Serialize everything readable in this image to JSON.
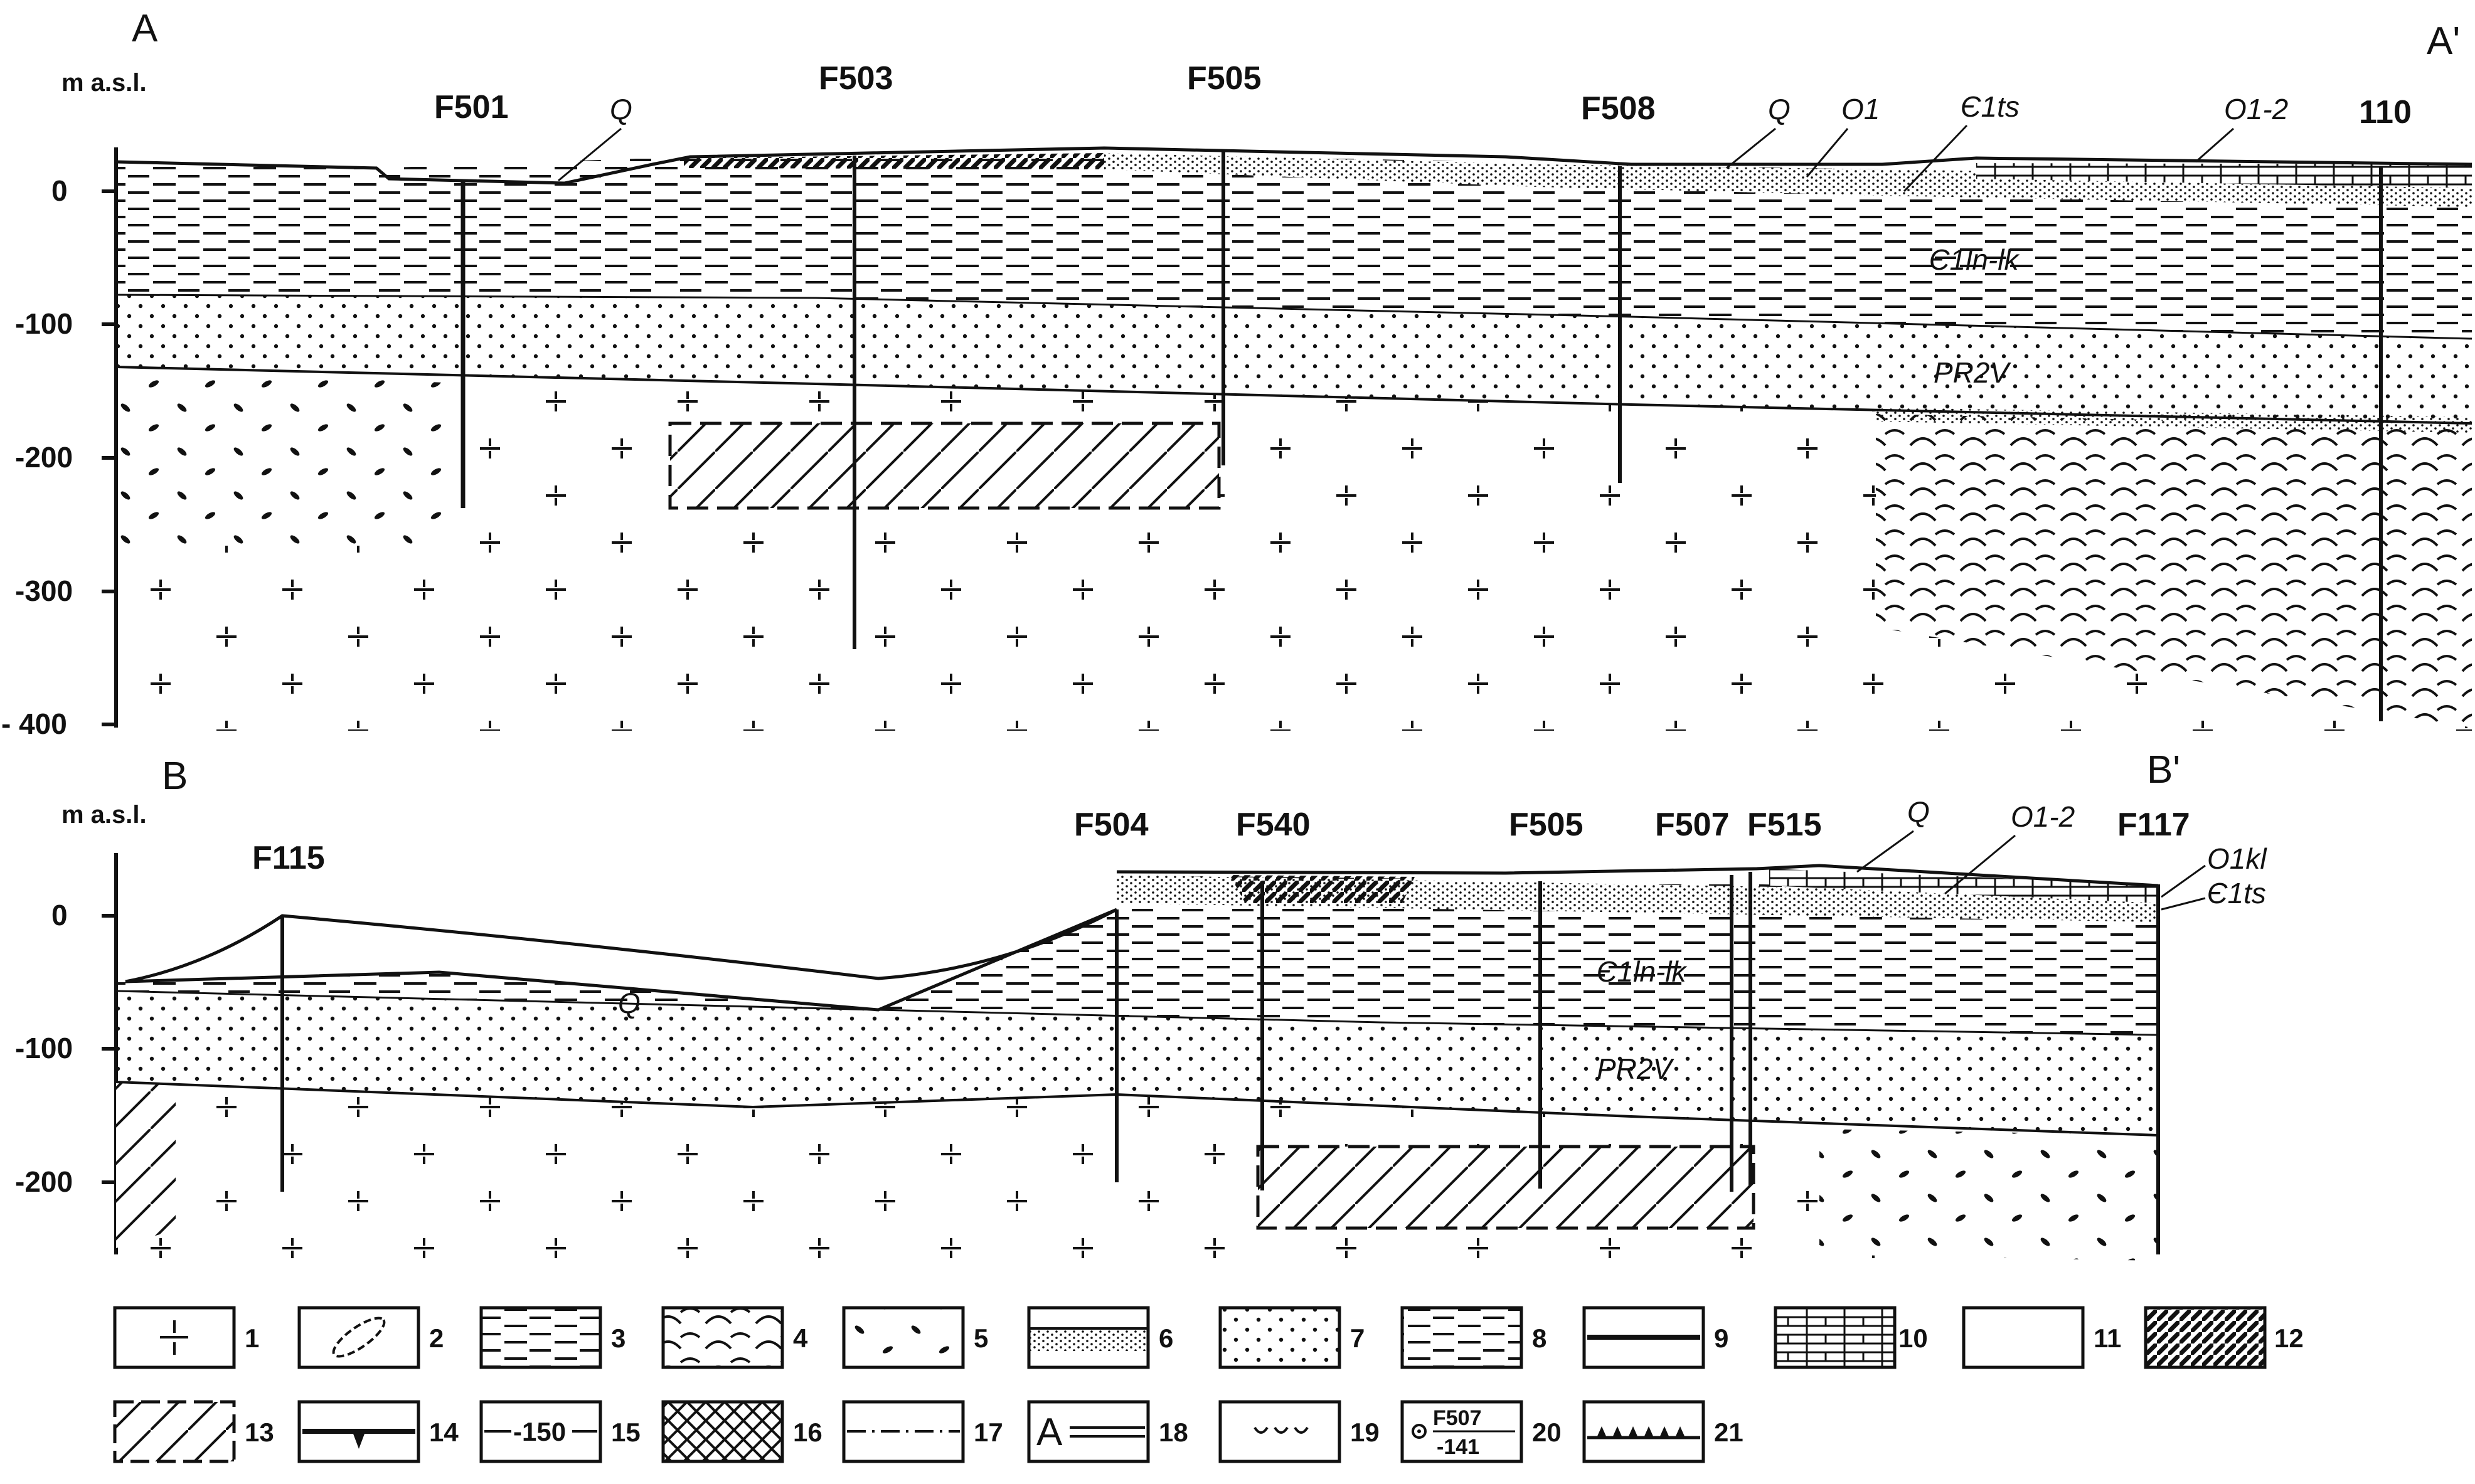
{
  "section_a": {
    "start": "A",
    "end": "A'",
    "axis_unit": "m a.s.l.",
    "ticks": [
      "0",
      "-100",
      "-200",
      "-300",
      "- 400"
    ],
    "wells": [
      "F501",
      "F503",
      "F505",
      "F508",
      "110"
    ],
    "strata": [
      "Q",
      "Q",
      "O1",
      "Є1ts",
      "O1-2",
      "Є1ln-lk",
      "PR2V"
    ]
  },
  "section_b": {
    "start": "B",
    "end": "B'",
    "axis_unit": "m a.s.l.",
    "ticks": [
      "0",
      "-100",
      "-200"
    ],
    "wells": [
      "F115",
      "F504",
      "F540",
      "F505",
      "F507",
      "F515",
      "F117"
    ],
    "strata": [
      "Q",
      "Q",
      "O1-2",
      "O1kl",
      "Є1ts",
      "Є1ln-lk",
      "PR2V"
    ]
  },
  "legend": {
    "numbers": [
      "1",
      "2",
      "3",
      "4",
      "5",
      "6",
      "7",
      "8",
      "9",
      "10",
      "11",
      "12",
      "13",
      "14",
      "15",
      "16",
      "17",
      "18",
      "19",
      "20",
      "21"
    ],
    "box15_text": "-150",
    "box18_text": "A",
    "box20_top": "F507",
    "box20_bottom": "-141"
  },
  "colors": {
    "ink": "#111111",
    "paper": "#ffffff"
  }
}
